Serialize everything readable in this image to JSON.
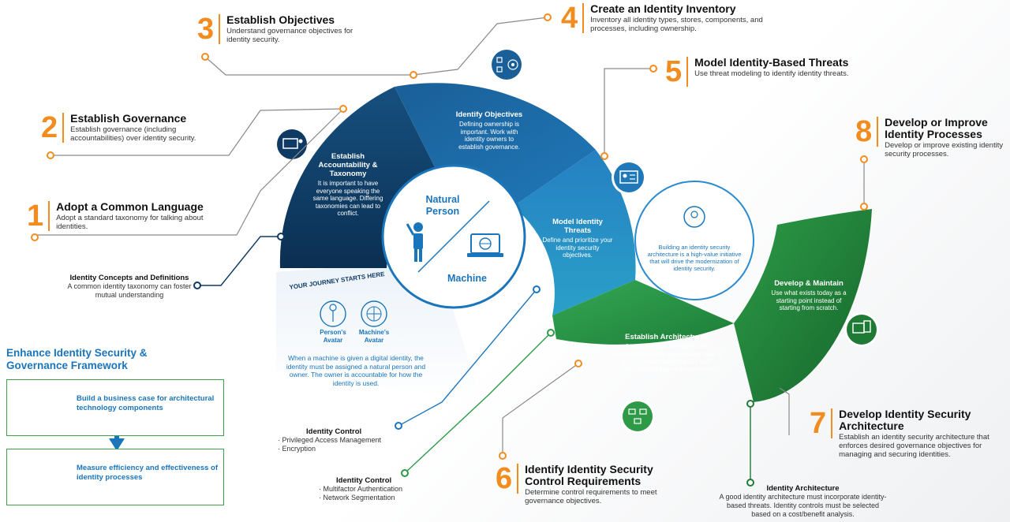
{
  "steps": [
    {
      "num": "1",
      "title": "Adopt a Common Language",
      "desc": "Adopt a standard taxonomy for talking about identities."
    },
    {
      "num": "2",
      "title": "Establish Governance",
      "desc": "Establish governance (including accountabilities) over identity security."
    },
    {
      "num": "3",
      "title": "Establish Objectives",
      "desc": "Understand governance objectives for identity security."
    },
    {
      "num": "4",
      "title": "Create an Identity Inventory",
      "desc": "Inventory all identity types, stores, components, and processes, including ownership."
    },
    {
      "num": "5",
      "title": "Model Identity-Based Threats",
      "desc": "Use threat modeling to identify identity threats."
    },
    {
      "num": "6",
      "title": "Identify Identity Security Control Requirements",
      "desc": "Determine control requirements to meet governance objectives."
    },
    {
      "num": "7",
      "title": "Develop Identity Security Architecture",
      "desc": "Establish an identity security architecture that enforces desired governance objectives for managing and securing identities."
    },
    {
      "num": "8",
      "title": "Develop or Improve Identity Processes",
      "desc": "Develop or improve existing identity security processes."
    }
  ],
  "segments": [
    {
      "title": "Establish Accountability & Taxonomy",
      "desc": "It is important to have everyone speaking the same language. Differing taxonomies can lead to conflict."
    },
    {
      "title": "Identify Objectives",
      "desc": "Defining ownership is important. Work with identity owners to establish governance."
    },
    {
      "title": "Model Identity Threats",
      "desc": "Define and prioritize your identity security objectives."
    },
    {
      "title": "Establish Architectures",
      "desc": "A solid architecture starts with understanding what you already have in place. Modernization starts with understanding legacy components."
    },
    {
      "title": "Develop & Maintain",
      "desc": "Use what exists today as a starting point instead of starting from scratch."
    }
  ],
  "center": {
    "natural_person": "Natural Person",
    "machine": "Machine"
  },
  "inner_note": "Building an identity security architecture is a high-value initiative that will drive the modernization of identity security.",
  "journey": {
    "label": "YOUR JOURNEY STARTS HERE",
    "person_avatar": "Person's Avatar",
    "machine_avatar": "Machine's Avatar",
    "text": "When a machine is given a digital identity, the identity must be assigned a natural person and owner. The owner is accountable for how the identity is used."
  },
  "notes": {
    "concepts": {
      "title": "Identity Concepts and Definitions",
      "text": "A common identity taxonomy can foster mutual understanding"
    },
    "control1": {
      "title": "Identity Control",
      "line1": "· Privileged Access Management",
      "line2": "· Encryption"
    },
    "control2": {
      "title": "Identity Control",
      "line1": "· Multifactor Authentication",
      "line2": "· Network Segmentation"
    },
    "architecture": {
      "title": "Identity Architecture",
      "text": "A good identity architecture must incorporate identity-based threats. Identity controls must be selected based on a cost/benefit analysis."
    }
  },
  "panel": {
    "title_line1": "Enhance Identity Security &",
    "title_line2": "Governance Framework",
    "box1": "Build a business case for architectural technology components",
    "box2": "Measure efficiency and effectiveness of identity processes"
  },
  "colors": {
    "navy": "#0f3a63",
    "blue": "#1c6fb0",
    "lightblue": "#2a8ad0",
    "green": "#2e9a47",
    "darkgreen": "#1f7a35",
    "orange": "#f28c1e"
  },
  "icons": [
    "presentation-icon",
    "workflow-target-icon",
    "id-card-icon",
    "person-icon",
    "laptop-globe-icon",
    "head-gear-icon",
    "org-chart-icon",
    "document-monitor-icon",
    "person-avatar-icon",
    "machine-avatar-icon",
    "network-icon",
    "gear-network-icon",
    "arrow-down-icon"
  ]
}
